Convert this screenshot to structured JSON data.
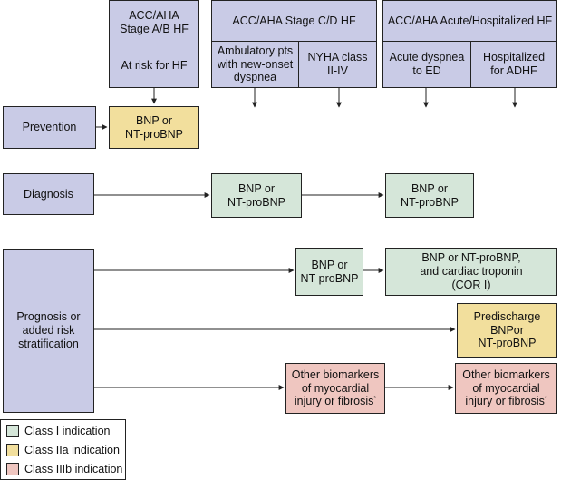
{
  "headers": {
    "stage_ab": {
      "title_line1": "ACC/AHA",
      "title_line2": "Stage A/B HF",
      "sub": "At risk for HF"
    },
    "stage_cd": {
      "title": "ACC/AHA Stage C/D HF",
      "sub1_line1": "Ambulatory pts",
      "sub1_line2": "with new-onset",
      "sub1_line3": "dyspnea",
      "sub2_line1": "NYHA class",
      "sub2_line2": "II-IV"
    },
    "acute": {
      "title": "ACC/AHA Acute/Hospitalized HF",
      "sub1_line1": "Acute dyspnea",
      "sub1_line2": "to ED",
      "sub2_line1": "Hospitalized",
      "sub2_line2": "for ADHF"
    }
  },
  "rows": {
    "prevention": {
      "label": "Prevention",
      "box_line1": "BNP or",
      "box_line2": "NT-proBNP"
    },
    "diagnosis": {
      "label": "Diagnosis",
      "box1_line1": "BNP or",
      "box1_line2": "NT-proBNP",
      "box2_line1": "BNP or",
      "box2_line2": "NT-proBNP"
    },
    "prognosis": {
      "label_line1": "Prognosis or",
      "label_line2": "added risk",
      "label_line3": "stratification",
      "bnp_line1": "BNP or",
      "bnp_line2": "NT-proBNP",
      "troponin_line1": "BNP or NT-proBNP,",
      "troponin_line2": "and cardiac troponin",
      "troponin_line3": "(COR I)",
      "predischarge_line1": "Predischarge",
      "predischarge_line2": "BNPor",
      "predischarge_line3": "NT-proBNP",
      "other1_line1": "Other biomarkers",
      "other1_line2": "of myocardial",
      "other1_line3": "injury or fibrosis",
      "other1_mark": "*",
      "other2_line1": "Other biomarkers",
      "other2_line2": "of myocardial",
      "other2_line3": "injury or fibrosis",
      "other2_mark": "*"
    }
  },
  "legend": [
    {
      "label": "Class I indication",
      "color": "#d5e6d9"
    },
    {
      "label": "Class IIa indication",
      "color": "#f2df9d"
    },
    {
      "label": "Class IIIb indication",
      "color": "#efc6c0"
    }
  ]
}
